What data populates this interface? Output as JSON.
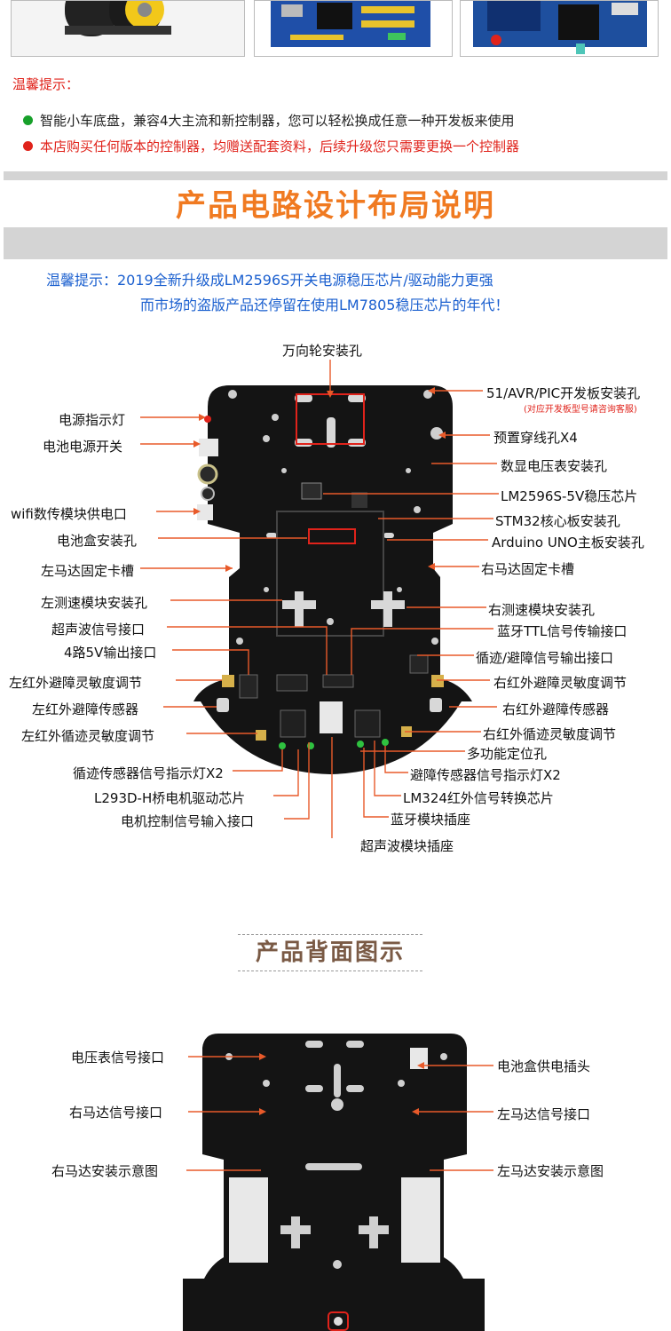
{
  "tips": {
    "title": "温馨提示：",
    "line1": "智能小车底盘，兼容4大主流和新控制器，您可以轻松换成任意一种开发板来使用",
    "line2": "本店购买任何版本的控制器，均赠送配套资料，后续升级您只需要更换一个控制器"
  },
  "section_title": "产品电路设计布局说明",
  "notice": {
    "line1": "温馨提示：2019全新升级成LM2596S开关电源稳压芯片/驱动能力更强",
    "line2": "而市场的盗版产品还停留在使用LM7805稳压芯片的年代！"
  },
  "front_labels": {
    "universal_wheel": "万向轮安装孔",
    "power_led": "电源指示灯",
    "battery_switch": "电池电源开关",
    "wifi_power": "wifi数传模块供电口",
    "battery_box_hole": "电池盒安装孔",
    "left_motor_slot": "左马达固定卡槽",
    "left_speed_hole": "左测速模块安装孔",
    "ultrasonic_port": "超声波信号接口",
    "out_5v": "4路5V输出接口",
    "left_ir_avoid_adj": "左红外避障灵敏度调节",
    "left_ir_avoid_sensor": "左红外避障传感器",
    "left_ir_track_adj": "左红外循迹灵敏度调节",
    "track_led": "循迹传感器信号指示灯X2",
    "l293d": "L293D-H桥电机驱动芯片",
    "motor_ctrl_input": "电机控制信号输入接口",
    "board_51": "51/AVR/PIC开发板安装孔",
    "board_51_note": "(对应开发板型号请咨询客服)",
    "wire_holes": "预置穿线孔X4",
    "voltmeter_hole": "数显电压表安装孔",
    "lm2596": "LM2596S-5V稳压芯片",
    "stm32_hole": "STM32核心板安装孔",
    "arduino_hole": "Arduino UNO主板安装孔",
    "right_motor_slot": "右马达固定卡槽",
    "right_speed_hole": "右测速模块安装孔",
    "bt_ttl_port": "蓝牙TTL信号传输接口",
    "track_avoid_out": "循迹/避障信号输出接口",
    "right_ir_avoid_adj": "右红外避障灵敏度调节",
    "right_ir_avoid_sensor": "右红外避障传感器",
    "right_ir_track_adj": "右红外循迹灵敏度调节",
    "multi_pos_hole": "多功能定位孔",
    "avoid_led": "避障传感器信号指示灯X2",
    "lm324": "LM324红外信号转换芯片",
    "bt_socket": "蓝牙模块插座",
    "ultrasonic_socket": "超声波模块插座"
  },
  "back_title": "产品背面图示",
  "back_labels": {
    "voltmeter_port": "电压表信号接口",
    "right_motor_port": "右马达信号接口",
    "right_motor_diagram": "右马达安装示意图",
    "battery_plug": "电池盒供电插头",
    "left_motor_port": "左马达信号接口",
    "left_motor_diagram": "左马达安装示意图"
  },
  "colors": {
    "accent_orange": "#f07a21",
    "tip_red": "#e0231b",
    "notice_blue": "#1a5fcf",
    "green_dot": "#17a02a",
    "pcb_black": "#141414",
    "leader_line": "#e85a2a"
  }
}
